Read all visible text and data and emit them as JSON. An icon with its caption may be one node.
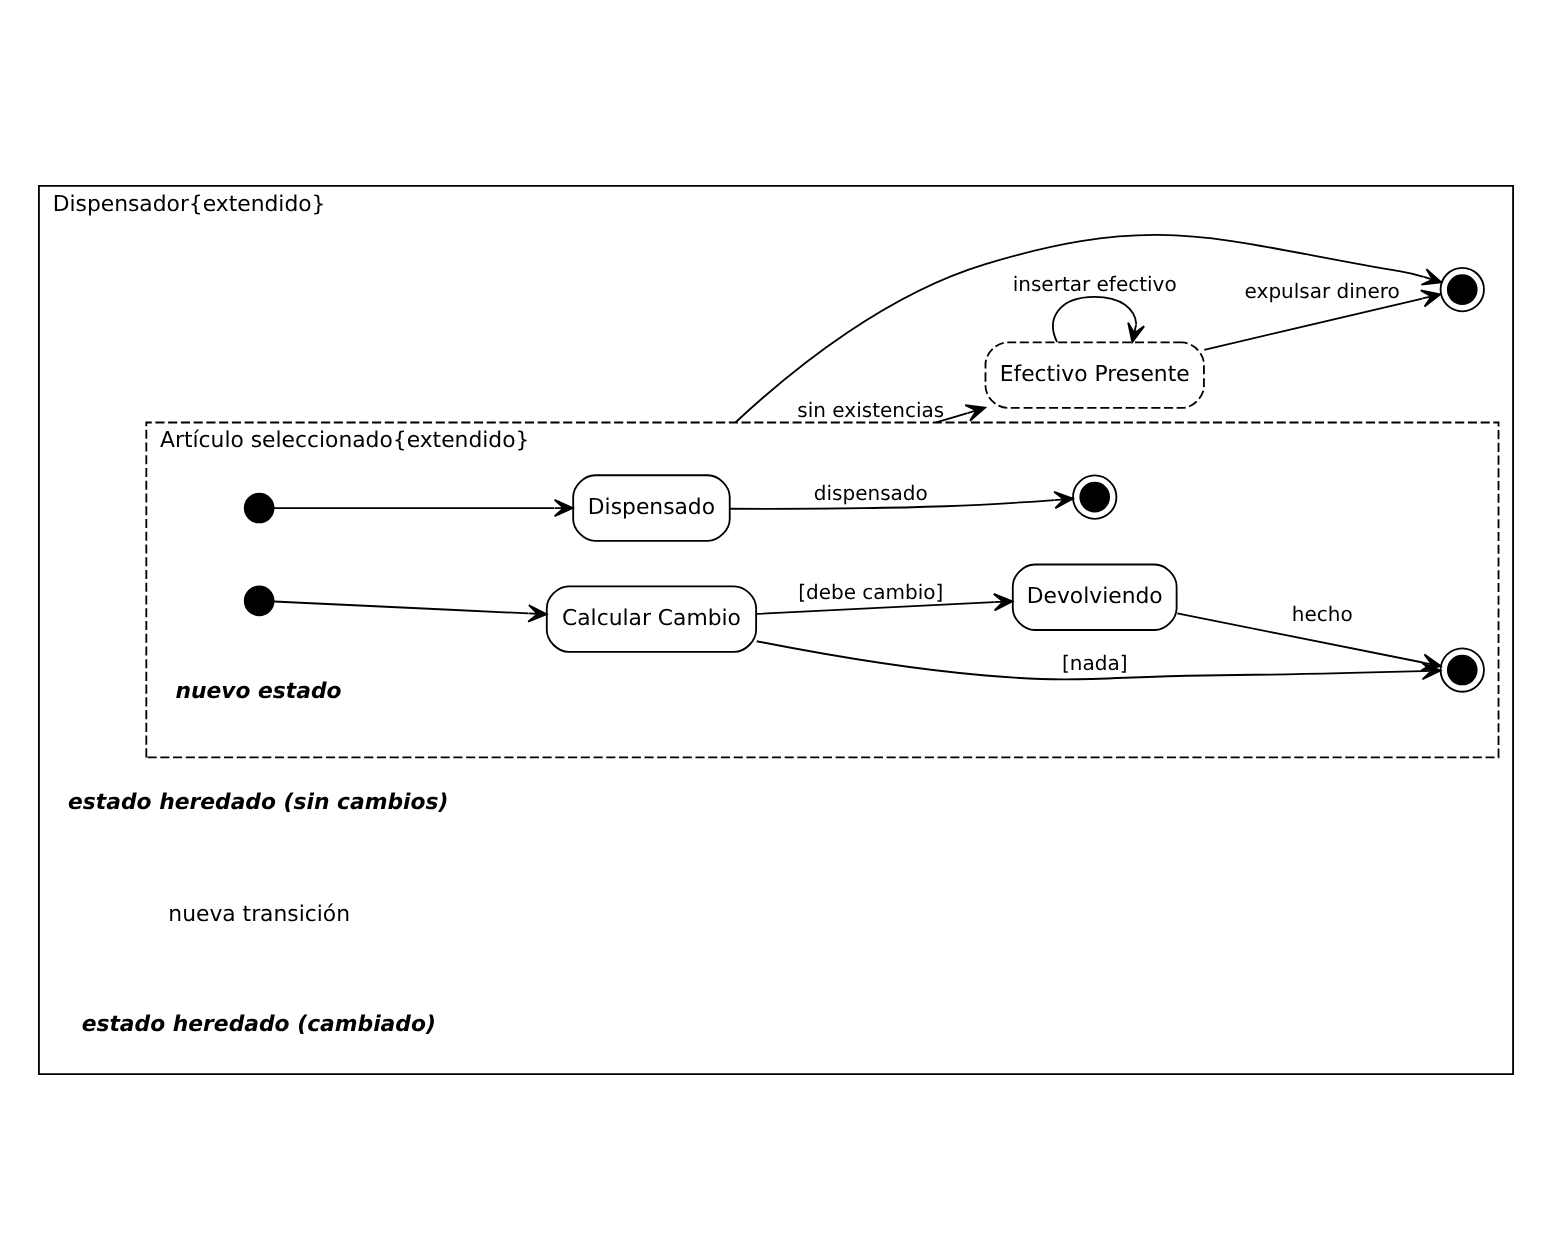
{
  "diagram": {
    "nodes": [
      {
        "text": [
          "Dispensador{extendido}"
        ]
      },
      {
        "text": [
          "Efectivo Presente"
        ],
        "in": 0
      },
      {
        "text": [],
        "shape": "circle",
        "in": 0
      },
      {
        "text": [
          "Artículo seleccionado{extendido}"
        ],
        "in": 0
      },
      {
        "text": [],
        "shape": "circle",
        "in": 3
      },
      {
        "text": [
          "Dispensado"
        ],
        "in": 3
      },
      {
        "text": [],
        "shape": "circle",
        "in": 3
      },
      {
        "text": [],
        "shape": "circle",
        "in": 3
      },
      {
        "text": [
          "Calcular Cambio"
        ],
        "in": 3
      },
      {
        "text": [],
        "shape": "circle",
        "in": 3
      },
      {
        "text": [
          "Devolviendo"
        ],
        "in": 3
      }
    ],
    "edges": [
      {
        "from": 1,
        "to": 1,
        "arrow": "to",
        "label": "insertar efectivo"
      },
      {
        "from": 1,
        "to": 2,
        "arrow": "to",
        "label": "expulsar dinero"
      },
      {
        "from": 3,
        "to": 1,
        "arrow": "to",
        "label": "sin existencias"
      },
      {
        "from": 3,
        "to": 2,
        "arrow": "to"
      },
      {
        "from": 4,
        "to": 5,
        "arrow": "to"
      },
      {
        "from": 5,
        "to": 6,
        "arrow": "to",
        "label": "dispensado"
      },
      {
        "from": 7,
        "to": 8,
        "arrow": "to"
      },
      {
        "from": 8,
        "to": 9,
        "arrow": "to",
        "label": "[nada]"
      },
      {
        "from": 8,
        "to": 10,
        "arrow": "to",
        "label": "[debe cambio]"
      },
      {
        "from": 10,
        "to": 9,
        "arrow": "to",
        "label": "hecho"
      }
    ],
    "labels": [
      "estado heredado (sin cambios)",
      "nueva transición",
      "estado heredado (cambiado)",
      "nuevo estado"
    ]
  }
}
